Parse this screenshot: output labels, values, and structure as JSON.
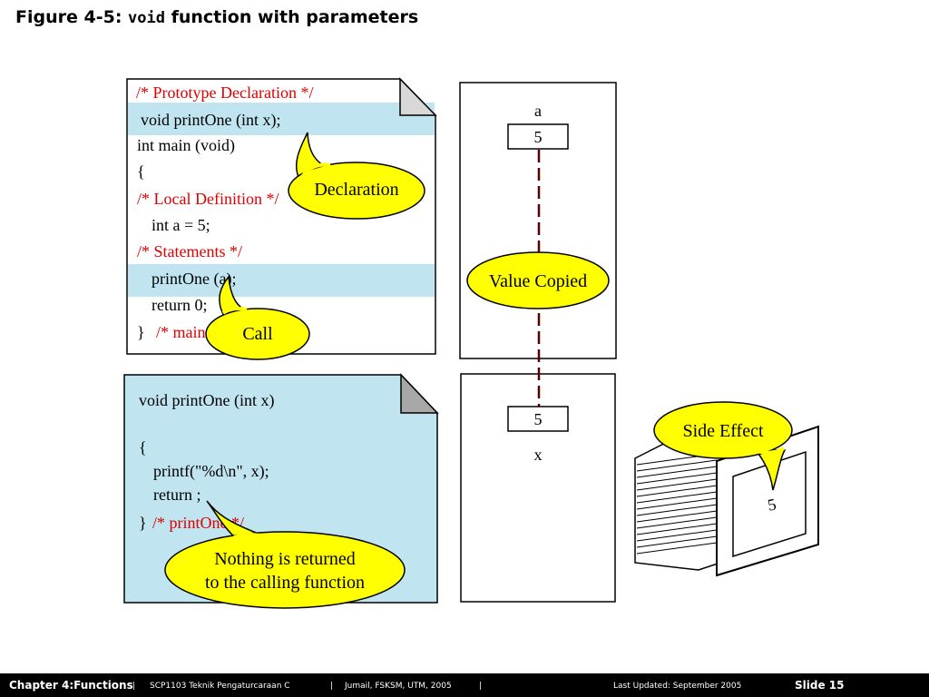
{
  "title": {
    "prefix": "Figure 4-5: ",
    "code": "void",
    "suffix": " function with parameters"
  },
  "main_program": {
    "lines": [
      "/* Prototype Declaration */",
      "void printOne (int x);",
      "int main (void)",
      "{",
      "/* Local Definition */",
      "int  a = 5;",
      "/* Statements */",
      "printOne (a);",
      "return 0;",
      "}",
      "/* main */"
    ]
  },
  "function_def": {
    "lines": [
      "void printOne (int  x)",
      "{",
      "printf(\"%d\\n\", x);",
      "return  ;",
      "}",
      "/* printOne */"
    ]
  },
  "memory": {
    "var_top_name": "a",
    "var_top_value": "5",
    "var_bottom_value": "5",
    "var_bottom_name": "x"
  },
  "callouts": {
    "declaration": "Declaration",
    "call": "Call",
    "value_copied": "Value Copied",
    "side_effect": "Side Effect",
    "nothing_returned_1": "Nothing is returned",
    "nothing_returned_2": "to the calling function"
  },
  "monitor": {
    "screen_value": "5"
  },
  "colors": {
    "highlight": "#c0e4f0",
    "code_comment": "#e00000",
    "callout_fill": "#ffff00",
    "footer_bg": "#000000"
  },
  "footer": {
    "chapter": "Chapter 4:Functions",
    "sep1": "|",
    "course": "SCP1103   Teknik Pengaturcaraan C",
    "sep2": "|",
    "author": "Jumail, FSKSM, UTM, 2005",
    "sep3": "|",
    "updated": "Last Updated: September  2005",
    "slide": "Slide 15"
  }
}
